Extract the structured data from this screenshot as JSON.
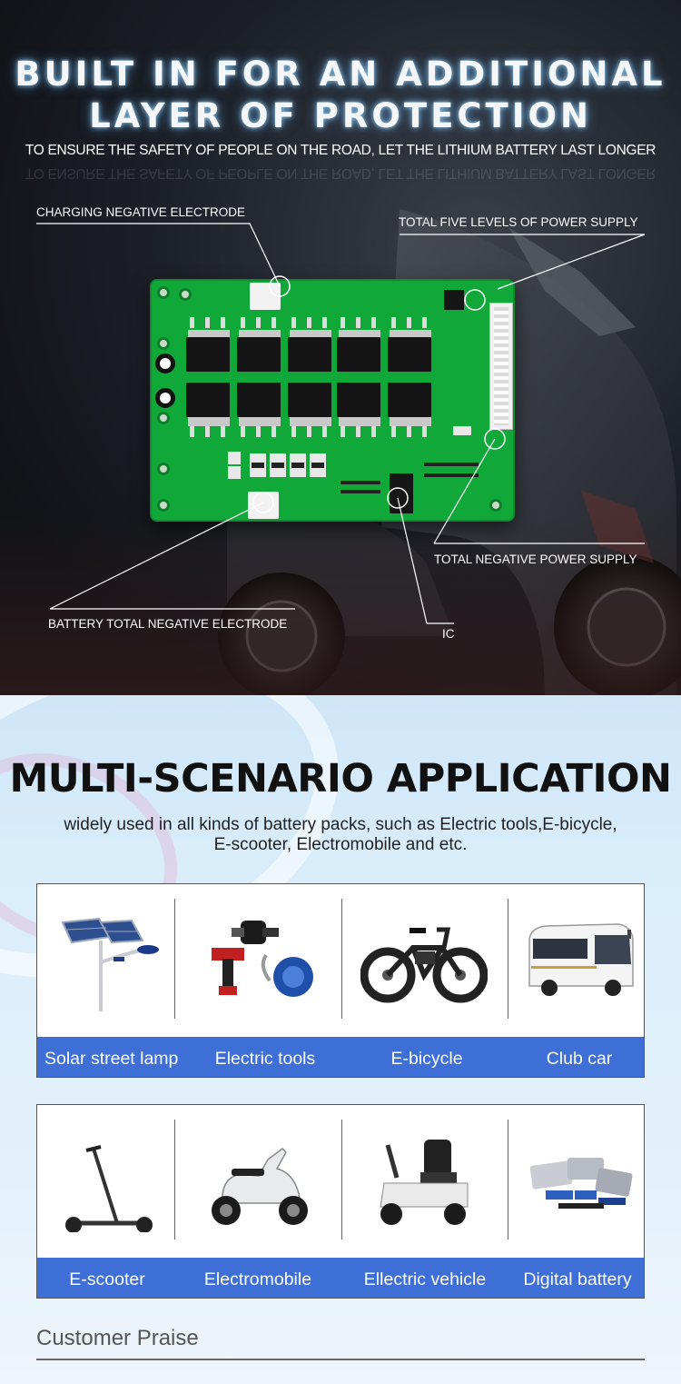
{
  "hero": {
    "title_line1": "BUILT IN FOR AN ADDITIONAL",
    "title_line2": "LAYER OF PROTECTION",
    "subtitle": "TO ENSURE THE SAFETY OF PEOPLE ON THE ROAD, LET THE LITHIUM BATTERY LAST LONGER",
    "callouts": {
      "charging_negative": "CHARGING NEGATIVE ELECTRODE",
      "five_levels": "TOTAL FIVE LEVELS OF POWER SUPPLY",
      "total_negative_power": "TOTAL NEGATIVE POWER SUPPLY",
      "battery_total_negative": "BATTERY TOTAL NEGATIVE ELECTRODE",
      "ic": "IC"
    }
  },
  "application": {
    "title": "MULTI-SCENARIO APPLICATION",
    "description_line1": "widely used in all kinds of battery packs, such as Electric tools,E-bicycle,",
    "description_line2": "E-scooter, Electromobile and etc.",
    "row1": [
      {
        "label": "Solar street lamp",
        "icon": "solar-street-lamp-icon"
      },
      {
        "label": "Electric tools",
        "icon": "electric-tools-icon"
      },
      {
        "label": "E-bicycle",
        "icon": "e-bicycle-icon"
      },
      {
        "label": "Club car",
        "icon": "bus-icon"
      }
    ],
    "row2": [
      {
        "label": "E-scooter",
        "icon": "e-scooter-icon"
      },
      {
        "label": "Electromobile",
        "icon": "electromobile-icon"
      },
      {
        "label": "Ellectric vehicle",
        "icon": "mobility-scooter-icon"
      },
      {
        "label": "Digital battery",
        "icon": "digital-battery-icon"
      }
    ],
    "accent_color": "#3d6fd6"
  },
  "praise": {
    "title": "Customer Praise"
  }
}
